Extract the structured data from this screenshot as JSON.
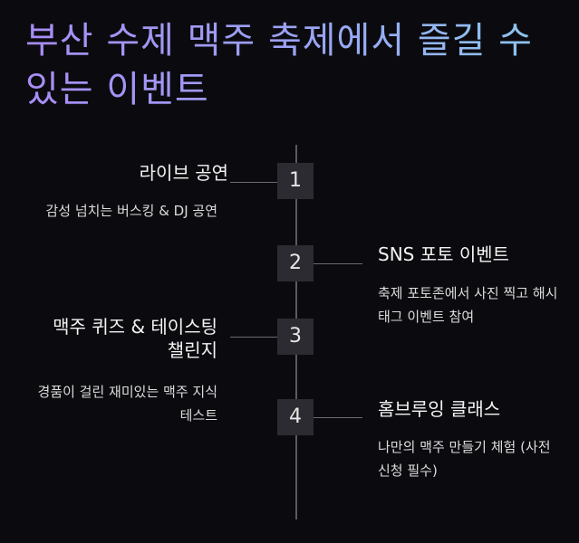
{
  "title": "부산 수제 맥주 축제에서 즐길 수 있는 이벤트",
  "events": [
    {
      "number": "1",
      "title": "라이브 공연",
      "description": "감성 넘치는 버스킹 & DJ 공연"
    },
    {
      "number": "2",
      "title": "SNS 포토 이벤트",
      "description": "축제 포토존에서 사진 찍고 해시태그 이벤트 참여"
    },
    {
      "number": "3",
      "title": "맥주 퀴즈 & 테이스팅 챌린지",
      "description": "경품이 걸린 재미있는 맥주 지식 테스트"
    },
    {
      "number": "4",
      "title": "홈브루잉 클래스",
      "description": "나만의 맥주 만들기 체험 (사전 신청 필수)"
    }
  ]
}
